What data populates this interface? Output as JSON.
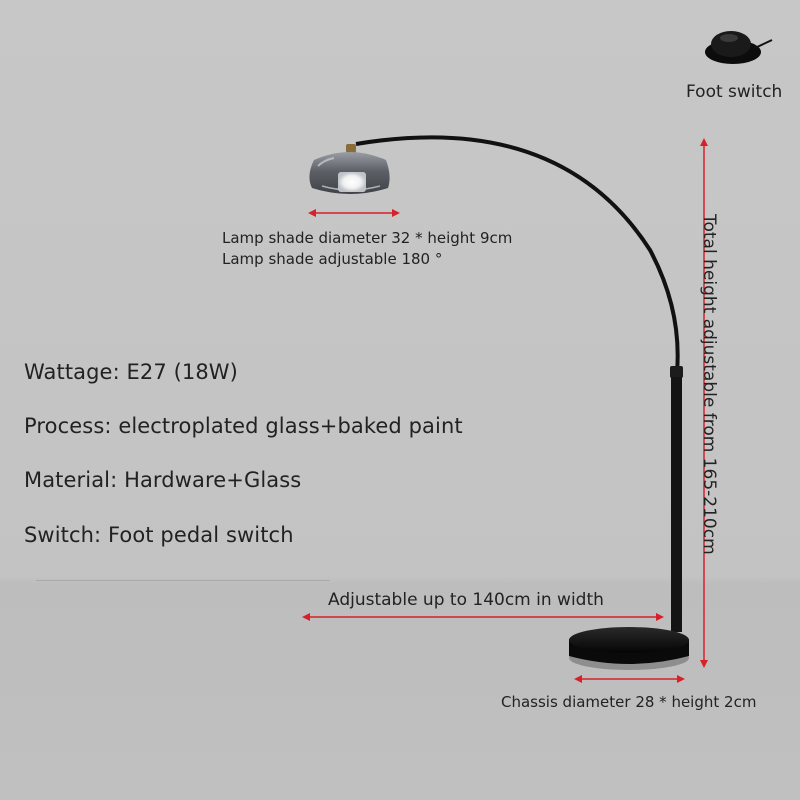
{
  "foot_switch": {
    "label": "Foot switch"
  },
  "lamp_shade": {
    "line1": "Lamp shade diameter 32 * height 9cm",
    "line2": "Lamp shade adjustable 180 °"
  },
  "specs": [
    {
      "text": "Wattage: E27 (18W)"
    },
    {
      "text": "Process: electroplated glass+baked paint"
    },
    {
      "text": "Material: Hardware+Glass"
    },
    {
      "text": "Switch: Foot pedal switch"
    }
  ],
  "dimensions": {
    "width": "Adjustable up to 140cm in width",
    "height": "Total height adjustable from 165-210cm",
    "chassis": "Chassis diameter 28 * height 2cm"
  },
  "colors": {
    "background": "#c5c5c5",
    "arrow": "#d8202a",
    "lamp_body": "#111111",
    "text": "#222222"
  }
}
